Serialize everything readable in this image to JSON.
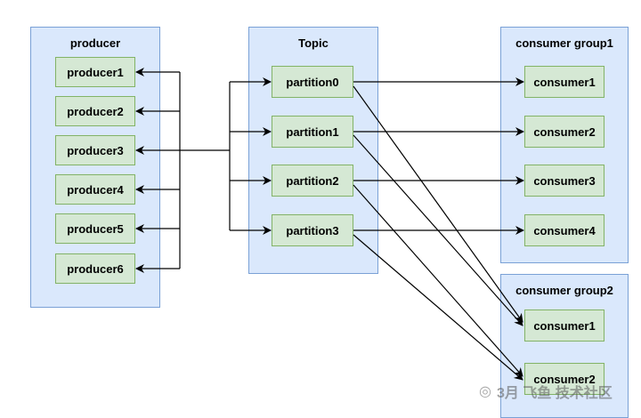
{
  "producer": {
    "title": "producer",
    "items": [
      "producer1",
      "producer2",
      "producer3",
      "producer4",
      "producer5",
      "producer6"
    ]
  },
  "topic": {
    "title": "Topic",
    "partitions": [
      "partition0",
      "partition1",
      "partition2",
      "partition3"
    ]
  },
  "consumer_group1": {
    "title": "consumer group1",
    "items": [
      "consumer1",
      "consumer2",
      "consumer3",
      "consumer4"
    ]
  },
  "consumer_group2": {
    "title": "consumer group2",
    "items": [
      "consumer1",
      "consumer2"
    ]
  },
  "watermark": {
    "text": "3月 飞鱼 技术社区",
    "icon": "wechat-icon"
  },
  "colors": {
    "group_fill": "#dae8fc",
    "group_border": "#7aa1d6",
    "node_fill": "#d5e8d4",
    "node_border": "#82b366",
    "edge": "#000000"
  }
}
